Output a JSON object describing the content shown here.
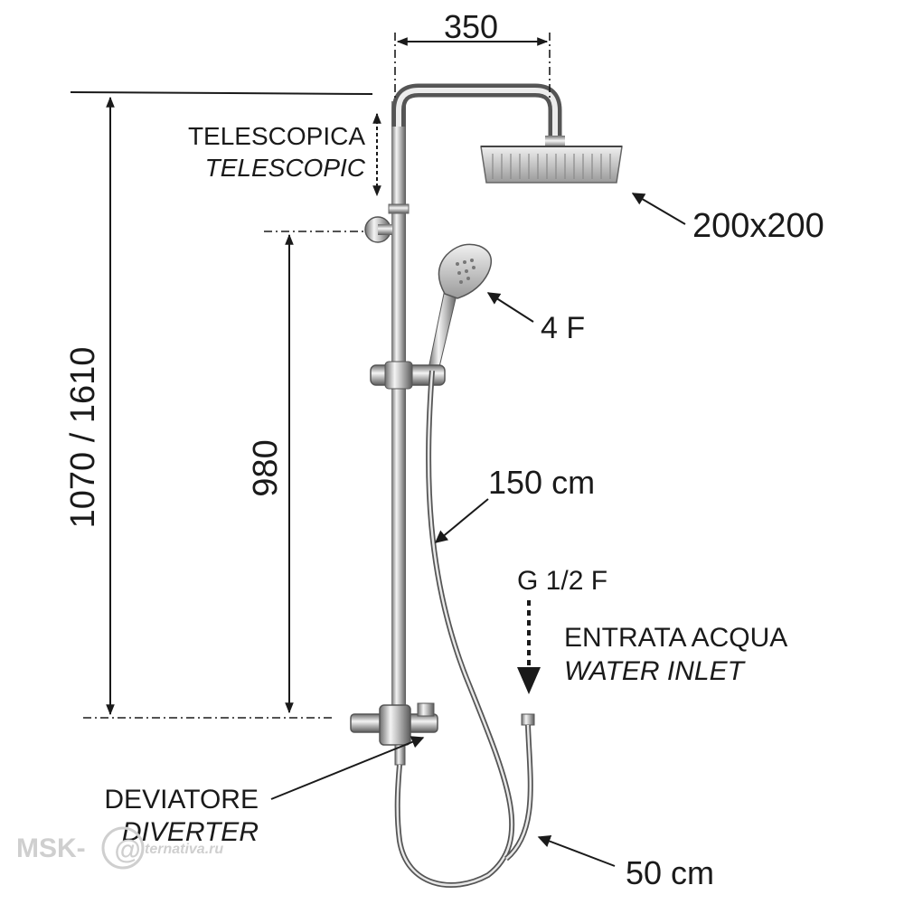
{
  "dimensions": {
    "head_spacing": "350",
    "total_height": "1070 / 1610",
    "bar_height": "980"
  },
  "labels": {
    "telescopic_it": "TELESCOPICA",
    "telescopic_en": "TELESCOPIC",
    "head_size": "200x200",
    "hand_shower_functions": "4 F",
    "hose_long": "150 cm",
    "inlet_thread": "G 1/2 F",
    "water_inlet_it": "ENTRATA ACQUA",
    "water_inlet_en": "WATER INLET",
    "diverter_it": "DEVIATORE",
    "diverter_en": "DIVERTER",
    "hose_short": "50 cm"
  },
  "watermark": {
    "brand": "MSK-",
    "script": "ternativa.ru"
  }
}
